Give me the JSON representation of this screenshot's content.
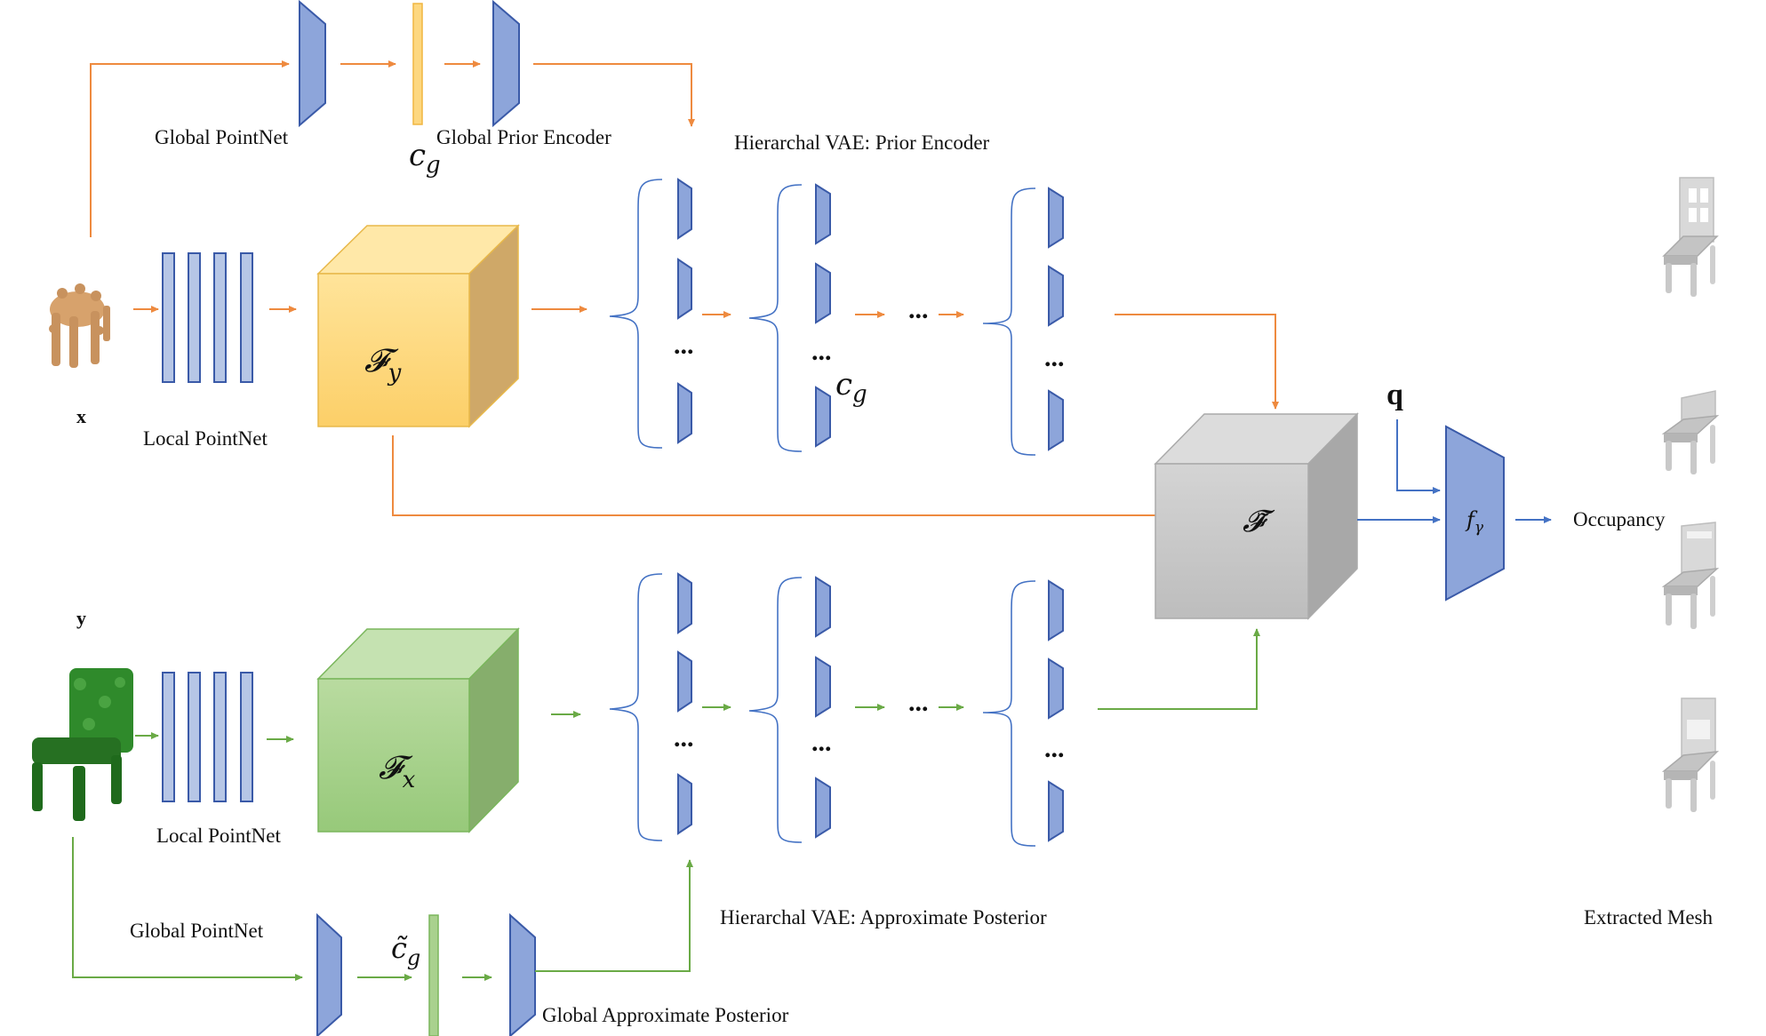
{
  "colors": {
    "orange": "#ee8a3f",
    "green": "#6aaa46",
    "blue": "#4472c4",
    "trapezoid_fill": "#8da5da",
    "trapezoid_stroke": "#3a5aa8",
    "bar_fill": "#b6c6e6",
    "yellow_cube": "#fdd77f",
    "green_cube": "#a9d18e",
    "gray_cube": "#c8c8c8"
  },
  "labels": {
    "global_pointnet_top": "Global PointNet",
    "global_prior_encoder": "Global Prior Encoder",
    "c_g_top": "c",
    "c_g_top_sub": "g",
    "hvae_prior": "Hierarchal VAE: Prior Encoder",
    "x_label": "x",
    "local_pointnet_top": "Local PointNet",
    "F_y": "𝓕",
    "F_y_sub": "y",
    "c_g_mid": "c",
    "c_g_mid_sub": "g",
    "q_label": "q",
    "F_tilde": "𝓕̃",
    "f_gamma": "f",
    "f_gamma_sub": "γ",
    "occupancy": "Occupancy",
    "y_label": "y",
    "F_x": "𝓕",
    "F_x_sub": "x",
    "local_pointnet_bottom": "Local PointNet",
    "global_pointnet_bottom": "Global PointNet",
    "c_g_tilde": "c̃",
    "c_g_tilde_sub": "g",
    "hvae_posterior": "Hierarchal VAE: Approximate Posterior",
    "global_approx_posterior": "Global Approximate Posterior",
    "extracted_mesh": "Extracted Mesh",
    "ellipsis": "..."
  },
  "icons": {
    "input_pointcloud_x": "brown-chair-pointcloud-icon",
    "input_pointcloud_y": "green-chair-pointcloud-icon",
    "mesh": "gray-chair-mesh-icon"
  }
}
